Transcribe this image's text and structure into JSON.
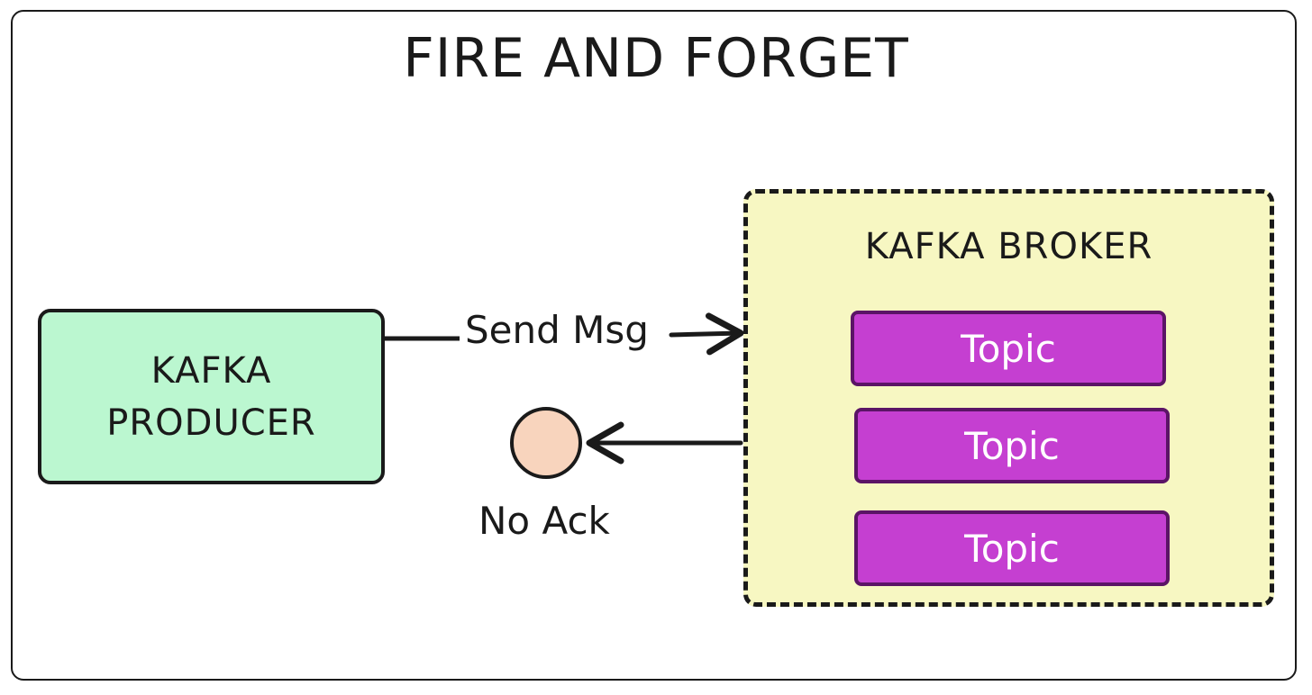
{
  "title": "FIRE AND FORGET",
  "producer": {
    "line1": "KAFKA",
    "line2": "PRODUCER",
    "fill": "#bbf7d0"
  },
  "broker": {
    "title": "KAFKA BROKER",
    "fill": "#f7f7c2",
    "topics": [
      "Topic",
      "Topic",
      "Topic"
    ],
    "topic_fill": "#c53fd1"
  },
  "edges": {
    "send_label": "Send Msg",
    "ack_label": "No Ack"
  },
  "ack_node": {
    "fill": "#f8d4bd"
  }
}
